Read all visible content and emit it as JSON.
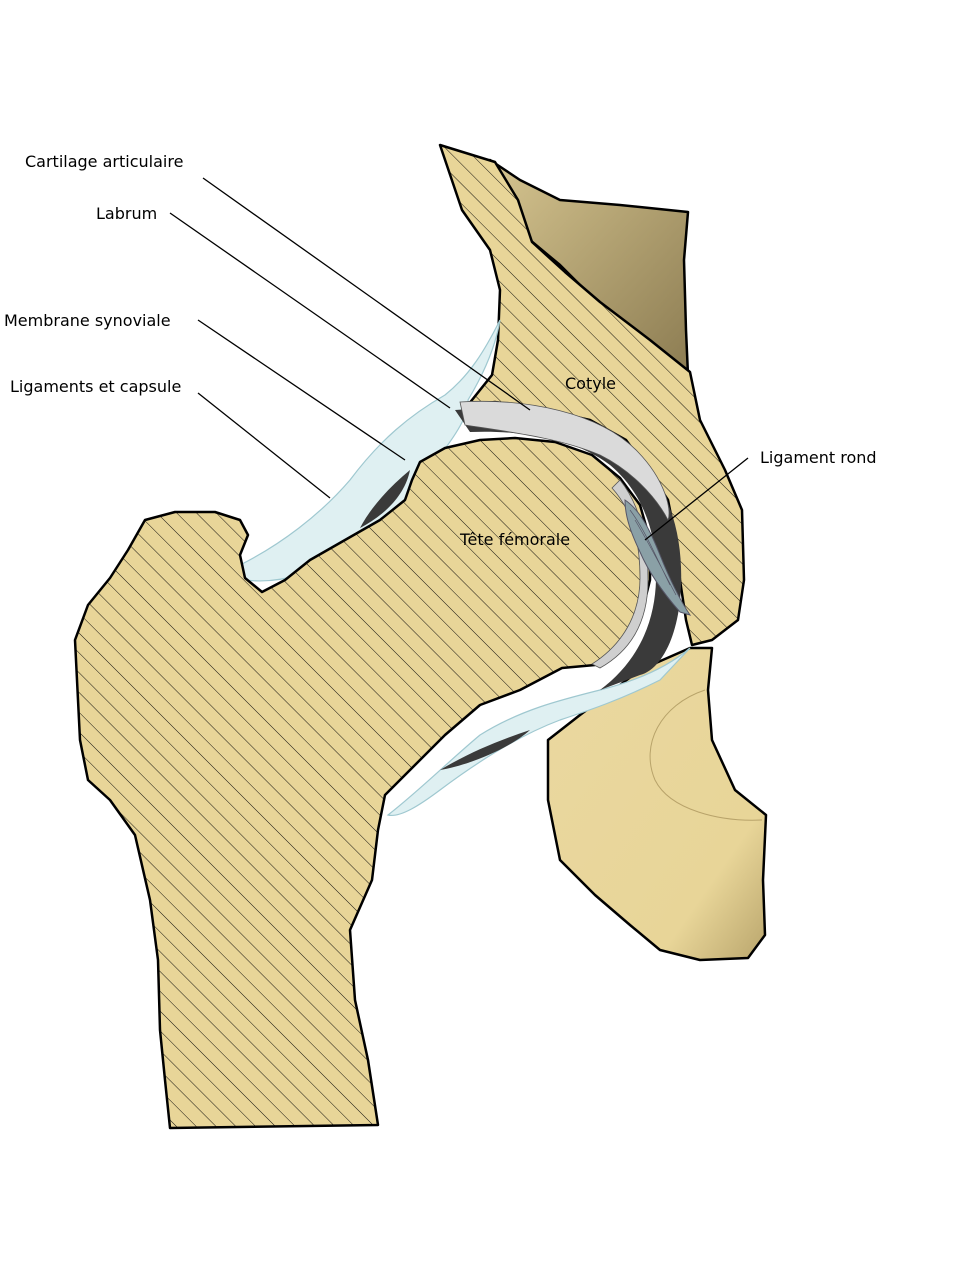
{
  "labels": {
    "cartilage": "Cartilage articulaire",
    "labrum": "Labrum",
    "synovial": "Membrane synoviale",
    "ligaments": "Ligaments et capsule",
    "cotyle": "Cotyle",
    "ligament_rond": "Ligament rond",
    "tete_femorale": "Tête fémorale"
  },
  "colors": {
    "bone": "#e8d598",
    "bone_shadow": "#c9b57a",
    "ilium_dark": "#9c8c5f",
    "cartilage": "#dadada",
    "synovial_space": "#3a3a3a",
    "capsule": "#dff0f2",
    "capsule_edge": "#9fc8d0",
    "hatch": "#000000"
  }
}
